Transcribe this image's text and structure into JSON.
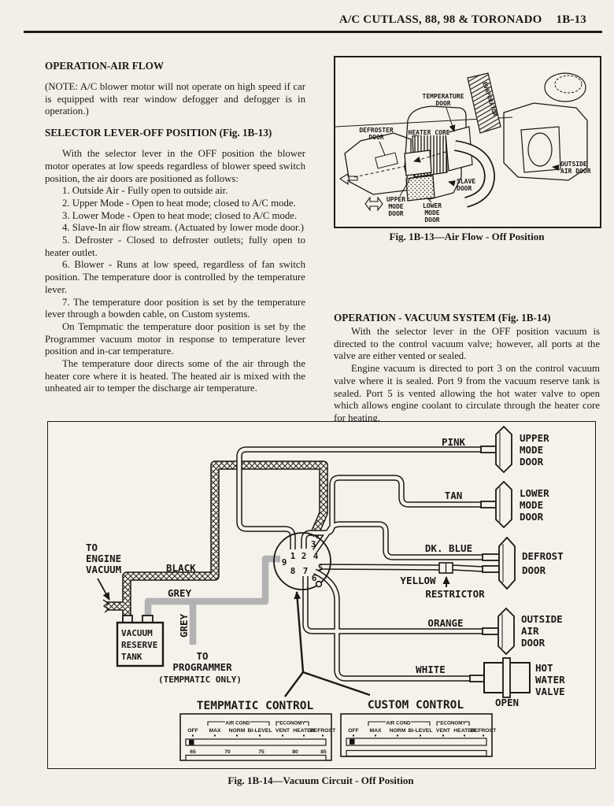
{
  "colors": {
    "paper": "#f2efe9",
    "ink": "#1c1915",
    "grey_hose": "#b2b2b2"
  },
  "header": {
    "title": "A/C CUTLASS, 88, 98 & TORONADO",
    "page_number": "1B-13"
  },
  "left_column": {
    "heading_air_flow": "OPERATION-AIR FLOW",
    "note": "(NOTE: A/C blower motor will not operate on high speed if car is equipped with rear window defogger and defogger is in operation.)",
    "heading_selector": "SELECTOR LEVER-OFF POSITION (Fig. 1B-13)",
    "intro": "With the selector lever in the OFF position the blower motor operates at low speeds regardless of blower speed switch position, the air doors are positioned as follows:",
    "items": [
      "1. Outside Air - Fully open to outside air.",
      "2. Upper Mode - Open to heat mode; closed to A/C mode.",
      "3. Lower Mode - Open to heat mode; closed to A/C mode.",
      "4. Slave-In air flow stream. (Actuated by lower mode door.)",
      "5. Defroster - Closed to defroster outlets; fully open to heater outlet.",
      "6. Blower - Runs at low speed, regardless of fan switch position. The temperature door is controlled by the temperature lever.",
      "7. The temperature door position is set by the temperature lever through a bowden cable, on Custom systems."
    ],
    "para_tempmatic": "On Tempmatic the temperature door position is set by the Programmer vacuum motor in response to temperature lever position and in-car temperature.",
    "para_temp_door": "The temperature door directs some of the air through the heater core where it is heated. The heated air is mixed with the unheated air to temper the discharge air temperature."
  },
  "fig13": {
    "caption": "Fig. 1B-13—Air Flow - Off Position",
    "labels": {
      "temperature_door": [
        "TEMPERATURE",
        "DOOR"
      ],
      "evaporator": "EVAPORATOR",
      "defroster_door": [
        "DEFROSTER",
        "DOOR"
      ],
      "heater_core": "HEATER CORE",
      "slave_door": [
        "SLAVE",
        "DOOR"
      ],
      "upper_mode_door": [
        "UPPER",
        "MODE",
        "DOOR"
      ],
      "lower_mode_door": [
        "LOWER",
        "MODE",
        "DOOR"
      ],
      "outside_air_door": [
        "OUTSIDE",
        "AIR DOOR"
      ]
    }
  },
  "vacuum_section": {
    "heading": "OPERATION - VACUUM SYSTEM (Fig. 1B-14)",
    "para1": "With the selector lever in the OFF position vacuum is directed to the control vacuum valve; however, all ports at the valve are either vented or sealed.",
    "para2": "Engine vacuum is directed to port 3 on the control vacuum valve where it is sealed. Port 9 from the vacuum reserve tank is sealed. Port 5 is vented allowing the hot water valve to open which allows engine coolant to circulate through the heater core for heating."
  },
  "fig14": {
    "caption": "Fig. 1B-14—Vacuum Circuit - Off Position",
    "labels": {
      "to_engine_vacuum": [
        "TO",
        "ENGINE",
        "VACUUM"
      ],
      "black": "BLACK",
      "grey": "GREY",
      "grey_vertical": "GREY",
      "vacuum_reserve_tank": [
        "VACUUM",
        "RESERVE",
        "TANK"
      ],
      "to_programmer": [
        "TO",
        "PROGRAMMER"
      ],
      "tempmatic_only": "(TEMPMATIC ONLY)",
      "tempmatic_control": "TEMPMATIC CONTROL",
      "custom_control": "CUSTOM CONTROL",
      "pink": "PINK",
      "tan": "TAN",
      "dk_blue": "DK. BLUE",
      "yellow": "YELLOW",
      "orange": "ORANGE",
      "white": "WHITE",
      "restrictor": "RESTRICTOR",
      "open": "OPEN",
      "upper_mode_door": [
        "UPPER",
        "MODE",
        "DOOR"
      ],
      "lower_mode_door": [
        "LOWER",
        "MODE",
        "DOOR"
      ],
      "defrost_door": [
        "DEFROST",
        "DOOR"
      ],
      "outside_air_door": [
        "OUTSIDE",
        "AIR",
        "DOOR"
      ],
      "hot_water_valve": [
        "HOT",
        "WATER",
        "VALVE"
      ]
    },
    "ports": [
      "1",
      "2",
      "3",
      "4",
      "5",
      "6",
      "7",
      "8",
      "9"
    ],
    "panel": {
      "group_air_cond": "AIR COND",
      "group_economy": "ECONOMY",
      "positions": [
        "OFF",
        "MAX",
        "NORM",
        "BI-LEVEL",
        "VENT",
        "HEATER",
        "DEFROST"
      ],
      "temps": [
        "65",
        "70",
        "75",
        "80",
        "85"
      ]
    }
  }
}
